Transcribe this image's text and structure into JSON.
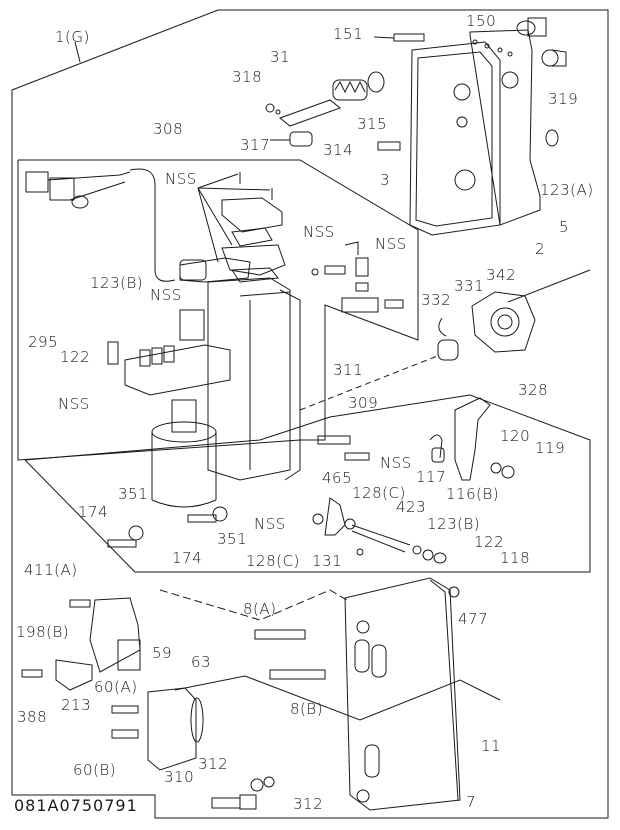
{
  "figure": {
    "id": "081A0750791",
    "title": "Injection pump governor / control unit exploded parts view",
    "group_label": "1(G)"
  },
  "labels": {
    "g1": "1(G)",
    "p31": "31",
    "p318": "318",
    "p317": "317",
    "p314": "314",
    "p315": "315",
    "p151": "151",
    "p150": "150",
    "p319": "319",
    "p3": "3",
    "p123a": "123(A)",
    "p5": "5",
    "p2": "2",
    "p308": "308",
    "nss1": "NSS",
    "nss2": "NSS",
    "nss3": "NSS",
    "nss4": "NSS",
    "nss5": "NSS",
    "nss6": "NSS",
    "nss7": "NSS",
    "p123b_top": "123(B)",
    "p295": "295",
    "p122_top": "122",
    "p342": "342",
    "p331": "331",
    "p332": "332",
    "p328": "328",
    "p311": "311",
    "p309": "309",
    "p120": "120",
    "p119": "119",
    "p117": "117",
    "p116b": "116(B)",
    "p351a": "351",
    "p351b": "351",
    "p174a": "174",
    "p174b": "174",
    "p465": "465",
    "p128c_top": "128(C)",
    "p423": "423",
    "p123b_bot": "123(B)",
    "p122_bot": "122",
    "p118": "118",
    "p128c_bot": "128(C)",
    "p131": "131",
    "p411a": "411(A)",
    "p198b": "198(B)",
    "p388": "388",
    "p213": "213",
    "p60a": "60(A)",
    "p60b": "60(B)",
    "p59": "59",
    "p63": "63",
    "p8a": "8(A)",
    "p8b": "8(B)",
    "p477": "477",
    "p11": "11",
    "p7": "7",
    "p312a": "312",
    "p312b": "312",
    "p310": "310"
  },
  "colors": {
    "line": "#1a1a1a",
    "background": "#ffffff"
  }
}
